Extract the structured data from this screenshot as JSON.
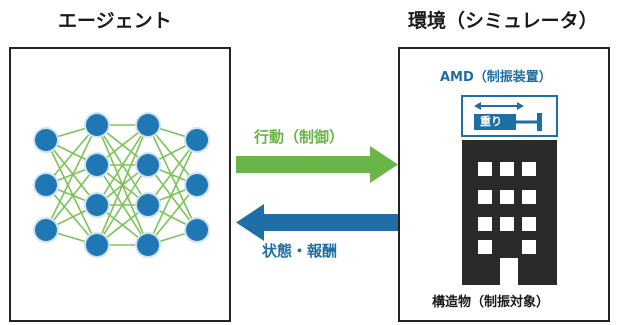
{
  "agent": {
    "title": "エージェント"
  },
  "environment": {
    "title": "環境（シミュレータ）",
    "amd_label": "AMD（制振装置）",
    "weight_label": "重り",
    "building_label": "構造物（制振対象）"
  },
  "arrows": {
    "action_label": "行動（制御）",
    "state_label": "状態・報酬"
  },
  "colors": {
    "action_arrow": "#6ab547",
    "state_arrow": "#1f6fa6",
    "node": "#1f77b4",
    "edge": "#7cc35a",
    "building": "#2a2a2a",
    "amd_box": "#1f6fa6"
  },
  "network": {
    "layers": [
      3,
      4,
      4,
      3
    ]
  }
}
